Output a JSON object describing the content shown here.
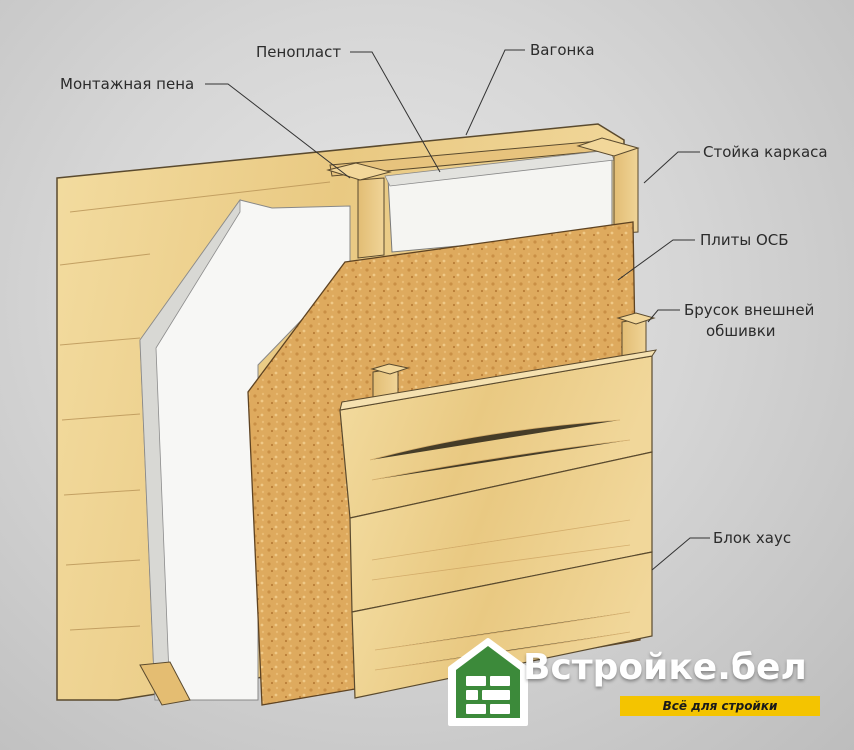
{
  "labels": {
    "montazhnaya_pena": "Монтажная пена",
    "penoplast": "Пенопласт",
    "vagonka": "Вагонка",
    "stoyka_karkasa": "Стойка каркаса",
    "plity_osb": "Плиты ОСБ",
    "brusok_line1": "Брусок внешней",
    "brusok_line2": "обшивки",
    "blok_haus": "Блок хаус"
  },
  "logo": {
    "name": "Встройке.бел",
    "tagline": "Всё для стройки",
    "brand_green": "#3c8a3a",
    "brand_yellow": "#f4c400"
  }
}
